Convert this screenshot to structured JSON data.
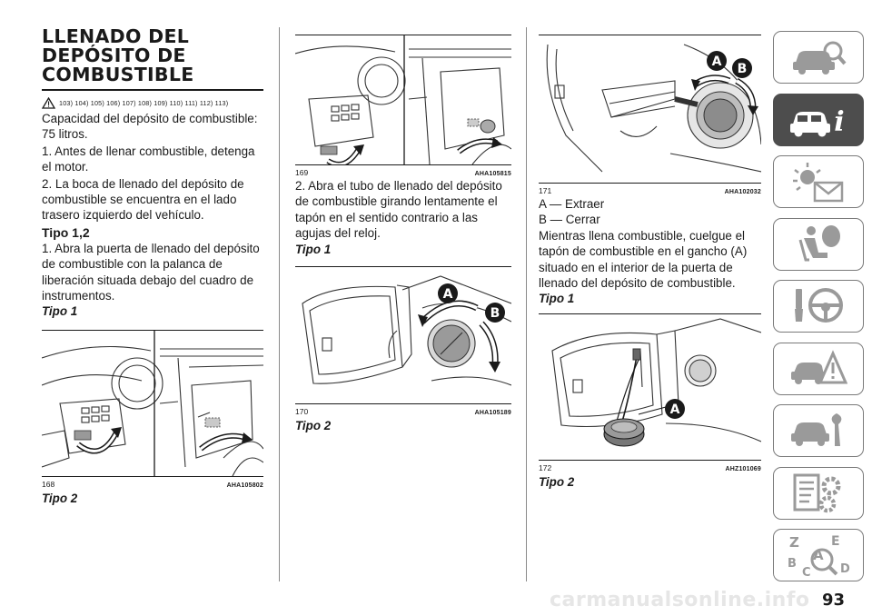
{
  "title_lines": [
    "LLENADO DEL",
    "DEPÓSITO DE",
    "COMBUSTIBLE"
  ],
  "warning_refs": "103) 104) 105) 106) 107) 108) 109) 110) 111) 112) 113)",
  "col1": {
    "p1": "Capacidad del depósito de combustible: 75 litros.",
    "p2": "1. Antes de llenar combustible, detenga el motor.",
    "p3": "2. La boca de llenado del depósito de combustible se encuentra en el lado trasero izquierdo del vehículo.",
    "heading": "Tipo 1,2",
    "p4": "1. Abra la puerta de llenado del depósito de combustible con la palanca de liberación situada debajo del cuadro de instrumentos.",
    "fig_label": "Tipo 1",
    "fig_num": "168",
    "fig_code": "AHA105802",
    "after_label": "Tipo 2"
  },
  "col2": {
    "fig_num": "169",
    "fig_code": "AHA105815",
    "p1": "2. Abra el tubo de llenado del depósito de combustible girando lentamente el tapón en el sentido contrario a las agujas del reloj.",
    "fig_label": "Tipo 1",
    "callout_a": "A",
    "callout_b": "B",
    "fig2_num": "170",
    "fig2_code": "AHA105189",
    "after_label": "Tipo 2"
  },
  "col3": {
    "callout_a": "A",
    "callout_b": "B",
    "fig_num": "171",
    "fig_code": "AHA102032",
    "legend_a": "A — Extraer",
    "legend_b": "B — Cerrar",
    "p1": "Mientras llena combustible, cuelgue el tapón de combustible en el gancho (A) situado en el interior de la puerta de llenado del depósito de combustible.",
    "fig_label": "Tipo 1",
    "callout_a2": "A",
    "fig2_num": "172",
    "fig2_code": "AHZ101069",
    "after_label": "Tipo 2"
  },
  "sidebar_icons": [
    "car-search-icon",
    "car-info-icon",
    "warning-light-envelope-icon",
    "airbag-seat-icon",
    "key-steering-wheel-icon",
    "car-warning-triangle-icon",
    "car-wrench-icon",
    "document-gears-icon",
    "alphabet-index-icon"
  ],
  "sidebar_text": {
    "info": "i",
    "index_letters": [
      "Z",
      "E",
      "A",
      "B",
      "C",
      "D"
    ]
  },
  "page_number": "93",
  "watermark": "carmanualsonline.info",
  "colors": {
    "sidebar_active": "#4d4d4d",
    "sidebar_border": "#7a7a7a",
    "text": "#1a1a1a"
  }
}
